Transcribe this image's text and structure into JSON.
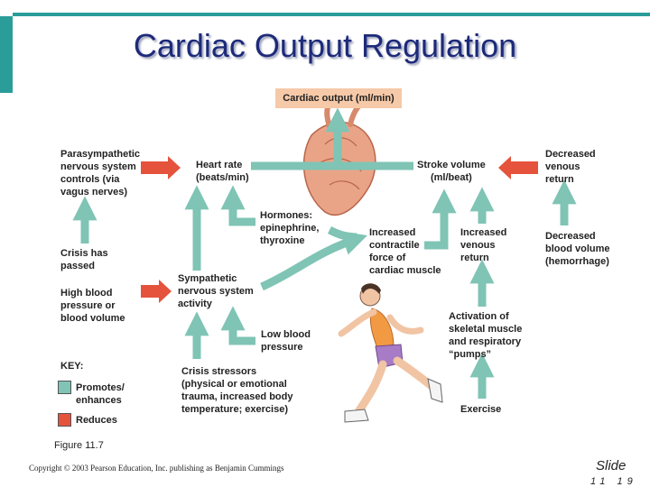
{
  "title": "Cardiac Output Regulation",
  "colors": {
    "frame": "#2a9d9a",
    "promotes": "#7fc4b5",
    "reduces": "#e5533d",
    "title": "#1d2a7a",
    "output_box": "#f6c9a8"
  },
  "boxes": {
    "cardiac_output": "Cardiac output (ml/min)",
    "heart_rate": "Heart rate\n(beats/min)",
    "stroke_volume": "Stroke volume\n(ml/beat)",
    "parasympathetic": "Parasympathetic\nnervous system\ncontrols (via\nvagus nerves)",
    "decreased_venous_return": "Decreased\nvenous\nreturn",
    "hormones": "Hormones:\nepinephrine,\nthyroxine",
    "increased_contractile": "Increased\ncontractile\nforce of\ncardiac muscle",
    "increased_venous_return": "Increased\nvenous\nreturn",
    "crisis_passed": "Crisis has\npassed",
    "decreased_blood_volume": "Decreased\nblood volume\n(hemorrhage)",
    "high_bp": "High blood\npressure or\nblood volume",
    "sympathetic": "Sympathetic\nnervous system\nactivity",
    "activation": "Activation of\nskeletal muscle\nand respiratory\n“pumps”",
    "low_bp": "Low blood\npressure",
    "crisis_stressors": "Crisis stressors\n(physical or emotional\ntrauma, increased body\ntemperature; exercise)",
    "exercise": "Exercise"
  },
  "key": {
    "title": "KEY:",
    "promotes": "Promotes/\nenhances",
    "reduces": "Reduces"
  },
  "illustrations": [
    "heart-icon",
    "runner-icon"
  ],
  "footer": {
    "figure": "Figure 11.7",
    "copyright": "Copyright © 2003 Pearson Education, Inc. publishing as Benjamin Cummings",
    "slide": "Slide",
    "slide_number": "11 19"
  }
}
